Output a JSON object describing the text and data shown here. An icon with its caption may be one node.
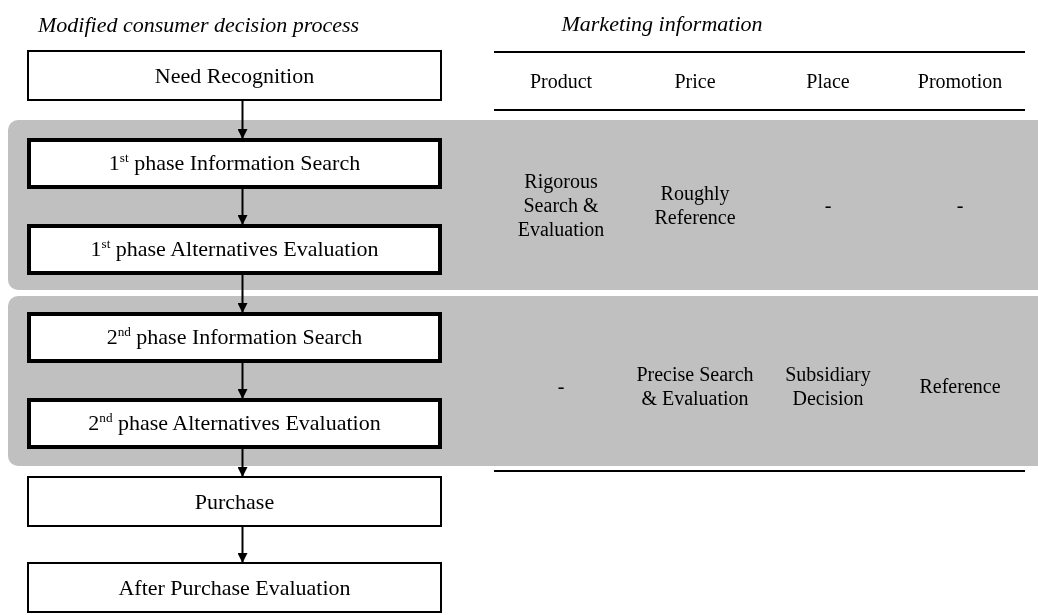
{
  "diagram": {
    "title": "Modified consumer decision process",
    "nodes": [
      {
        "text": [
          "Need Recognition"
        ]
      },
      {
        "text": [
          "1$^{st}$ phase Information Search"
        ]
      },
      {
        "text": [
          "1$^{st}$ phase Alternatives Evaluation"
        ]
      },
      {
        "text": [
          "2$^{nd}$ phase Information Search"
        ]
      },
      {
        "text": [
          "2$^{nd}$ phase Alternatives Evaluation"
        ]
      },
      {
        "text": [
          "Purchase"
        ]
      },
      {
        "text": [
          "After Purchase Evaluation"
        ]
      }
    ],
    "edges": [
      {
        "from": 0,
        "to": 1,
        "arrow": "to"
      },
      {
        "from": 1,
        "to": 2,
        "arrow": "to"
      },
      {
        "from": 2,
        "to": 3,
        "arrow": "to"
      },
      {
        "from": 3,
        "to": 4,
        "arrow": "to"
      },
      {
        "from": 4,
        "to": 5,
        "arrow": "to"
      },
      {
        "from": 5,
        "to": 6,
        "arrow": "to"
      }
    ],
    "labels": [
      "Marketing information",
      "Product",
      "Price",
      "Place",
      "Promotion",
      "Rigorous Search & Evaluation",
      "Roughly Reference",
      "-",
      "-",
      "-",
      "Precise Search & Evaluation",
      "Subsidiary Decision",
      "Reference"
    ]
  }
}
